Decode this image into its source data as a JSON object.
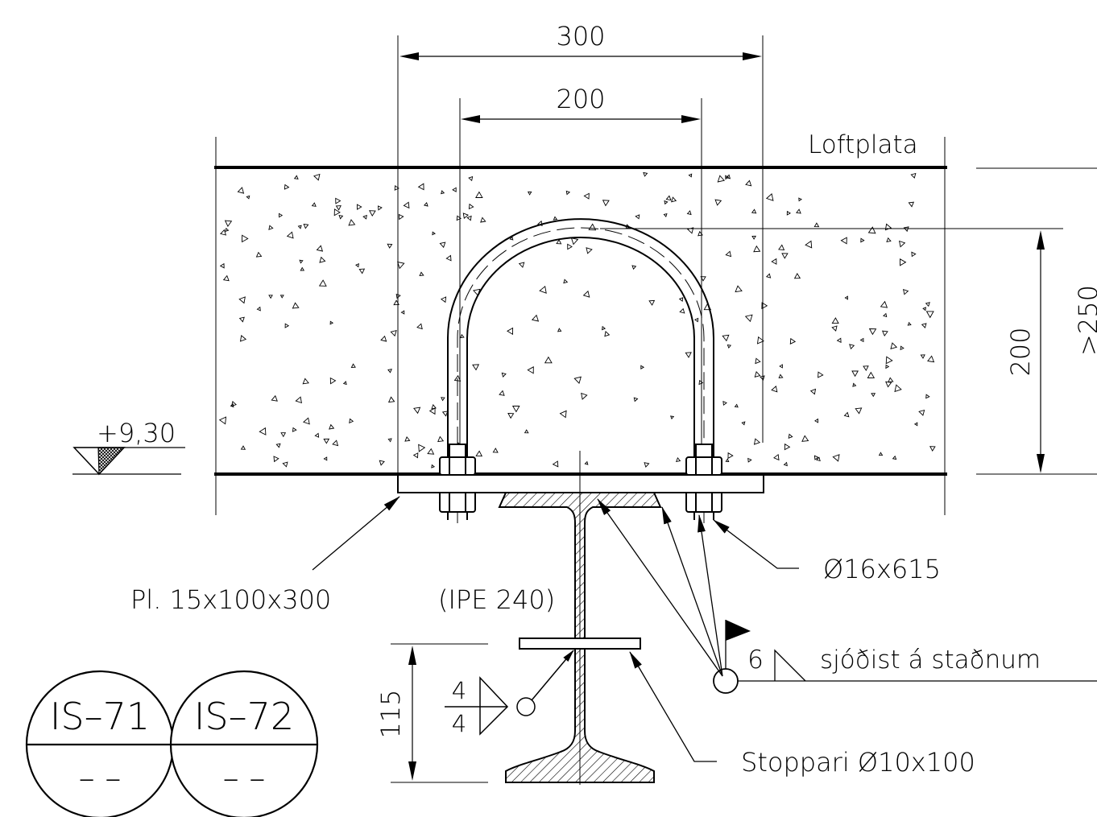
{
  "labels": {
    "dim_top_outer": "300",
    "dim_top_inner": "200",
    "slab_name": "Loftplata",
    "dim_right_inner": "200",
    "dim_right_outer": ">250",
    "level": "+9,30",
    "plate": "Pl. 15x100x300",
    "beam": "(IPE 240)",
    "bolt": "Ø16x615",
    "weld_size": "6",
    "weld_note": "sjóðist á staðnum",
    "dim_left": "115",
    "weld_top": "4",
    "weld_bottom": "4",
    "stopper": "Stoppari Ø10x100",
    "ref1_top": "IS–71",
    "ref1_bottom": "– –",
    "ref2_top": "IS–72",
    "ref2_bottom": "– –"
  },
  "colors": {
    "ink": "#000000",
    "background": "#ffffff"
  }
}
